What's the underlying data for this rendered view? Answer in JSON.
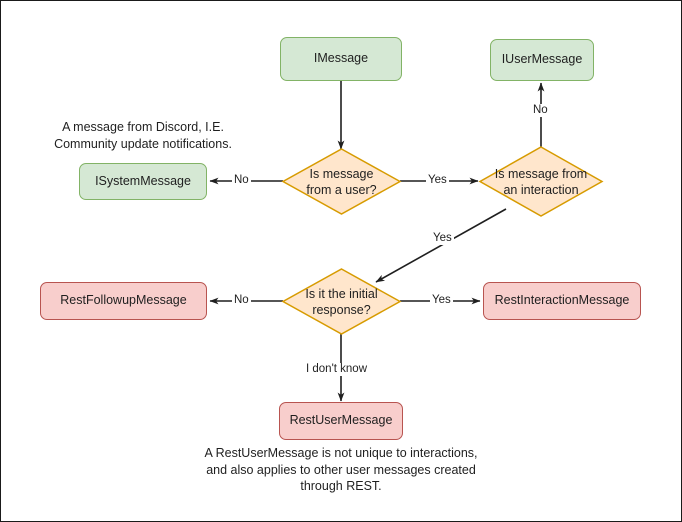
{
  "diagram": {
    "title": "Discord message type decision flowchart",
    "colors": {
      "green_fill": "#d5e8d4",
      "green_stroke": "#82b366",
      "red_fill": "#f8cecc",
      "red_stroke": "#b85450",
      "orange_fill": "#ffe6cc",
      "orange_stroke": "#d79b00",
      "edge_stroke": "#1f1f1f",
      "frame_border": "#1a1a1a",
      "text": "#1f1f1f"
    },
    "nodes": {
      "imessage": "IMessage",
      "iusermessage": "IUserMessage",
      "isystemmessage": "ISystemMessage",
      "restfollowupmessage": "RestFollowupMessage",
      "restinteractionmessage": "RestInteractionMessage",
      "restusermessage": "RestUserMessage"
    },
    "decisions": {
      "from_user": "Is message from a user?",
      "from_interaction": "Is message from an interaction",
      "initial_response": "Is it the initial response?"
    },
    "edge_labels": {
      "user_no": "No",
      "user_yes": "Yes",
      "interaction_no": "No",
      "interaction_yes": "Yes",
      "initial_no": "No",
      "initial_yes": "Yes",
      "initial_unknown": "I don't know"
    },
    "notes": {
      "system_message": "A message from Discord, I.E.\nCommunity update notifications.",
      "rest_user_message": "A RestUserMessage is not unique to interactions,\nand also applies to other user messages created\nthrough REST."
    }
  }
}
